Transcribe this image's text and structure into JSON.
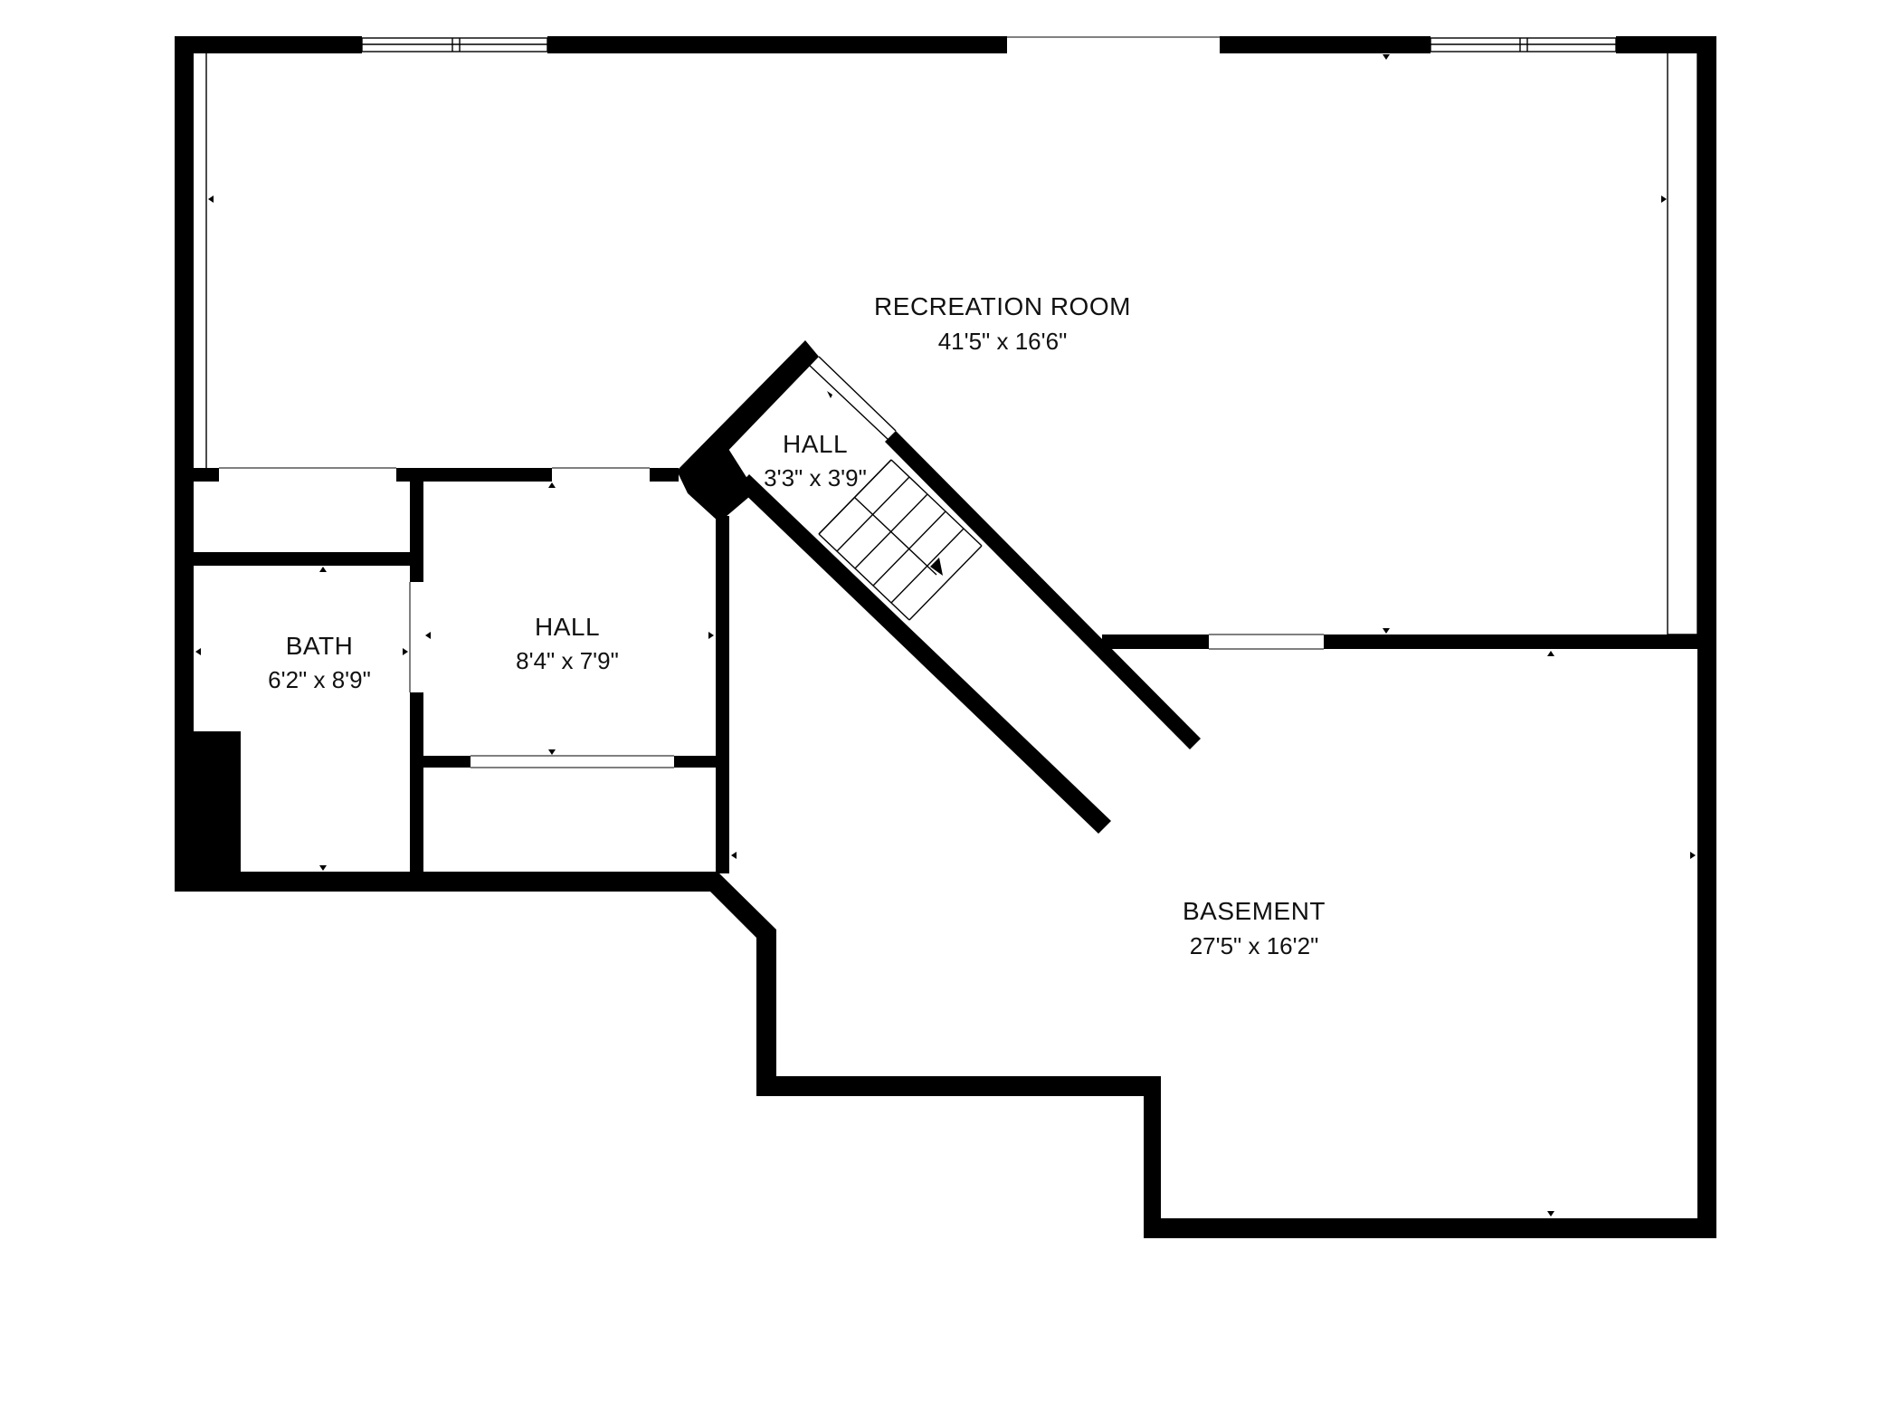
{
  "colors": {
    "wall": "#000000",
    "background": "#ffffff",
    "text": "#111111"
  },
  "rooms": [
    {
      "id": "recreation-room",
      "name": "RECREATION ROOM",
      "dimensions": "41'5\" x 16'6\""
    },
    {
      "id": "hall-stair",
      "name": "HALL",
      "dimensions": "3'3\" x 3'9\""
    },
    {
      "id": "hall-main",
      "name": "HALL",
      "dimensions": "8'4\" x 7'9\""
    },
    {
      "id": "bath",
      "name": "BATH",
      "dimensions": "6'2\" x 8'9\""
    },
    {
      "id": "basement",
      "name": "BASEMENT",
      "dimensions": "27'5\" x 16'2\""
    }
  ]
}
